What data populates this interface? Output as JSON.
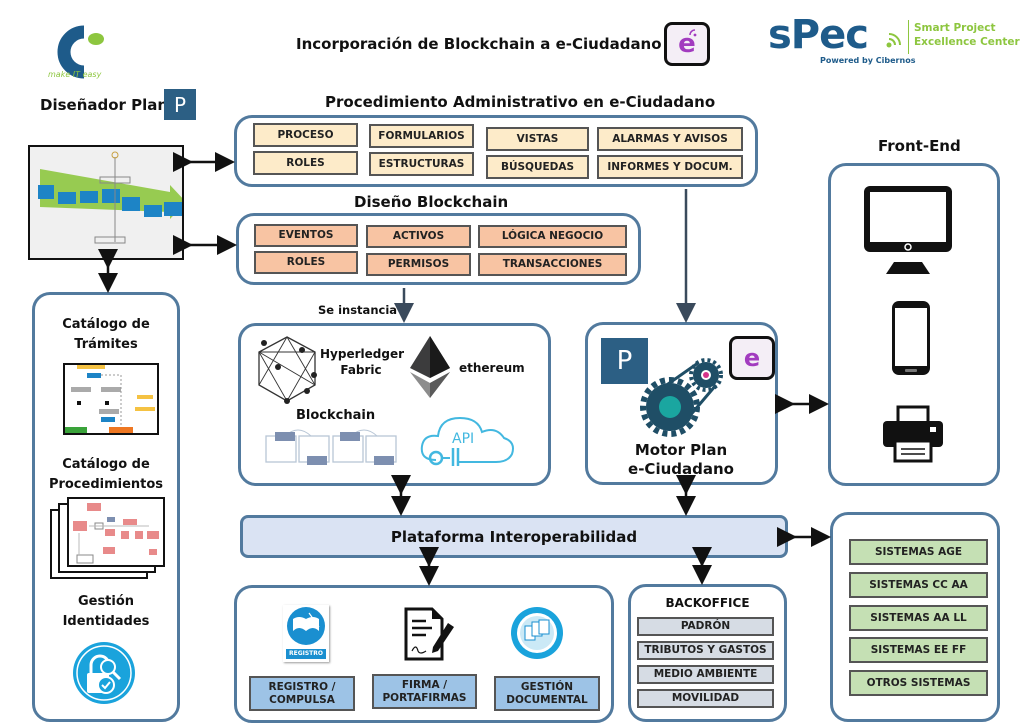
{
  "header": {
    "title": "Incorporación de Blockchain a e-Ciudadano",
    "left_logo_tagline": "make IT easy",
    "spec_logo_text": "sPec",
    "spec_tagline_line1": "Smart Project",
    "spec_tagline_line2": "Excellence Center",
    "spec_powered_by": "Powered by Cibernos",
    "eciudadano_icon_letter": "e",
    "plan_icon_letter": "P"
  },
  "designer": {
    "title": "Diseñador Plan"
  },
  "procedure": {
    "title": "Procedimiento Administrativo en e-Ciudadano",
    "items": [
      "PROCESO",
      "ROLES",
      "FORMULARIOS",
      "ESTRUCTURAS",
      "VISTAS",
      "BÚSQUEDAS",
      "ALARMAS Y AVISOS",
      "INFORMES Y DOCUM."
    ]
  },
  "blockchain_design": {
    "title": "Diseño Blockchain",
    "items": [
      "EVENTOS",
      "ROLES",
      "ACTIVOS",
      "PERMISOS",
      "LÓGICA NEGOCIO",
      "TRANSACCIONES"
    ],
    "instance_label": "Se instancia"
  },
  "blockchain_platform": {
    "hyperledger_line1": "Hyperledger",
    "hyperledger_line2": "Fabric",
    "ethereum": "ethereum",
    "blockchain": "Blockchain",
    "api": "API"
  },
  "engine": {
    "line1": "Motor Plan",
    "line2": "e-Ciudadano"
  },
  "frontend": {
    "title": "Front-End",
    "devices": [
      "monitor",
      "smartphone",
      "printer"
    ]
  },
  "catalog": {
    "tramites_line1": "Catálogo de",
    "tramites_line2": "Trámites",
    "procedimientos_line1": "Catálogo de",
    "procedimientos_line2": "Procedimientos",
    "identidades_line1": "Gestión",
    "identidades_line2": "Identidades"
  },
  "interop": {
    "title": "Plataforma Interoperabilidad"
  },
  "services": {
    "items": [
      {
        "line1": "REGISTRO /",
        "line2": "COMPULSA",
        "badge": "REGISTRO"
      },
      {
        "line1": "FIRMA /",
        "line2": "PORTAFIRMAS"
      },
      {
        "line1": "GESTIÓN",
        "line2": "DOCUMENTAL"
      }
    ]
  },
  "backoffice": {
    "title": "BACKOFFICE",
    "items": [
      "PADRÓN",
      "TRIBUTOS Y GASTOS",
      "MEDIO AMBIENTE",
      "MOVILIDAD"
    ]
  },
  "external_systems": {
    "items": [
      "SISTEMAS AGE",
      "SISTEMAS CC AA",
      "SISTEMAS AA LL",
      "SISTEMAS EE FF",
      "OTROS SISTEMAS"
    ]
  },
  "colors": {
    "panel_border": "#527a9e",
    "cream": "#fdebc9",
    "salmon": "#f8c4a3",
    "interop_fill": "#dae3f3",
    "service_blue": "#9dc3e6",
    "backoffice_gray": "#d6dce4",
    "systems_green": "#c5e0b4",
    "brand_blue": "#1e5b8a",
    "brand_green": "#8dc63f",
    "eciudadano_purple": "#a23bbf"
  }
}
